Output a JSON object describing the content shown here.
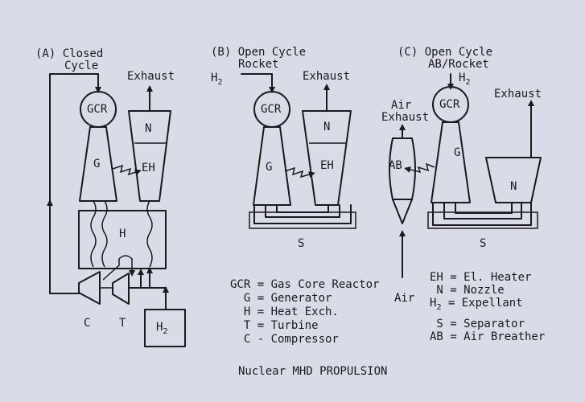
{
  "caption": "Nuclear MHD PROPULSION",
  "panel_a": {
    "heading": "(A) Closed",
    "heading2": "Cycle",
    "gcr": "GCR",
    "g": "G",
    "n": "N",
    "eh": "EH",
    "h": "H",
    "c": "C",
    "t": "T",
    "h2": "H",
    "h2_sub": "2",
    "exhaust": "Exhaust"
  },
  "panel_b": {
    "heading": "(B) Open Cycle",
    "heading2": "Rocket",
    "h2": "H",
    "h2_sub": "2",
    "gcr": "GCR",
    "g": "G",
    "n": "N",
    "eh": "EH",
    "s": "S",
    "exhaust": "Exhaust"
  },
  "panel_c": {
    "heading": "(C)  Open Cycle",
    "heading2": "AB/Rocket",
    "h2": "H",
    "h2_sub": "2",
    "air_exhaust_1": "Air",
    "air_exhaust_2": "Exhaust",
    "gcr": "GCR",
    "g": "G",
    "ab": "AB",
    "n": "N",
    "s": "S",
    "exhaust": "Exhaust",
    "air": "Air"
  },
  "legend_left": [
    "GCR = Gas Core Reactor",
    "  G = Generator",
    "  H = Heat Exch.",
    "  T = Turbine",
    "  C - Compressor"
  ],
  "legend_right": {
    "eh": "EH = El. Heater",
    "n": " N = Nozzle",
    "h2_a": "H",
    "h2_sub": "2",
    "h2_b": " = Expellant",
    "s": " S = Separator",
    "ab": "AB = Air Breather"
  }
}
